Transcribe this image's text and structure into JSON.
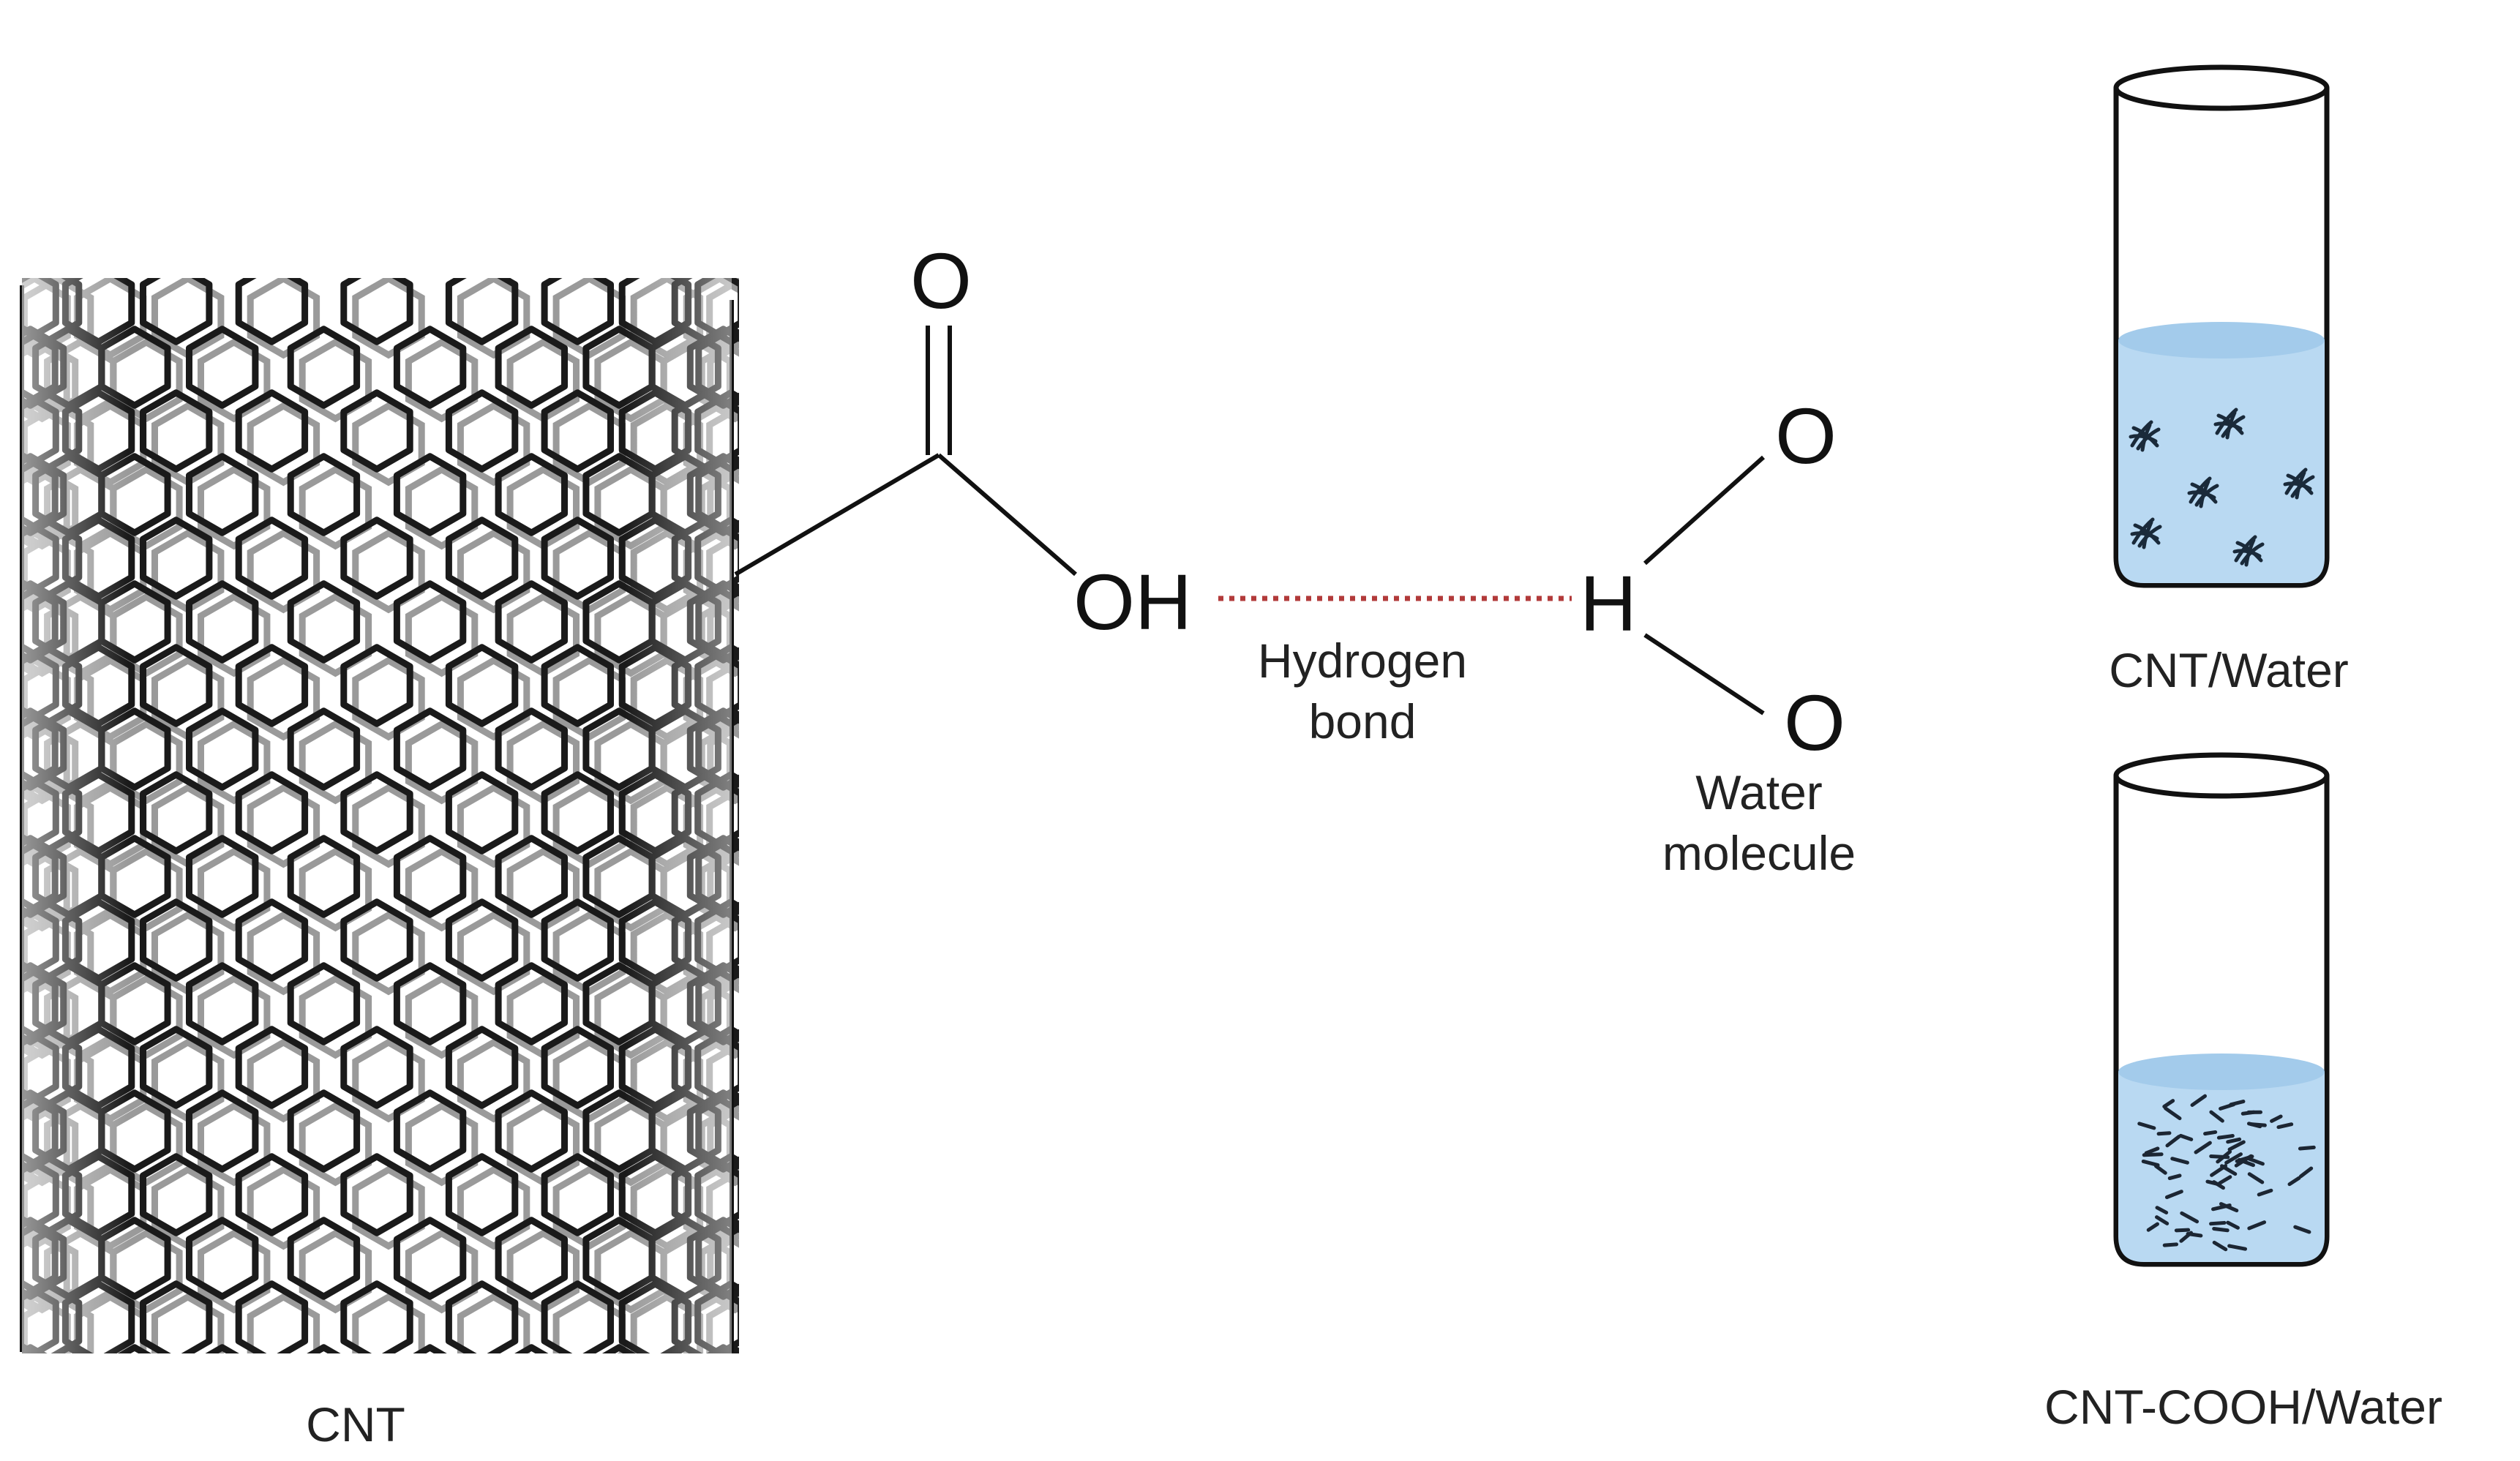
{
  "colors": {
    "bond_line": "#111111",
    "hydrogen_bond": "#b23a3a",
    "water_fill": "#b9d9f2",
    "water_surface": "#a3cbeb",
    "tube_outline": "#111111",
    "nanotube_lattice": "#1a1a1a"
  },
  "nanotube": {
    "label": "CNT"
  },
  "carboxyl_group": {
    "carbonyl_oxygen": "O",
    "hydroxyl": "OH"
  },
  "hydrogen_bond": {
    "label_line1": "Hydrogen",
    "label_line2": "bond"
  },
  "water_molecule": {
    "hydrogen": "H",
    "oxygen_top": "O",
    "oxygen_bottom": "O",
    "label_line1": "Water",
    "label_line2": "molecule"
  },
  "tubes": [
    {
      "label": "CNT/Water",
      "content": "aggregated clusters"
    },
    {
      "label": "CNT-COOH/Water",
      "content": "dispersed short tubes"
    }
  ]
}
